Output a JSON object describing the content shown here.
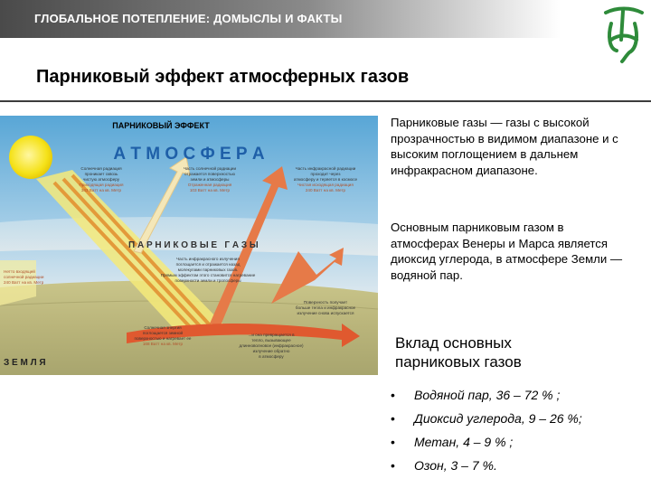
{
  "header": {
    "title": "ГЛОБАЛЬНОЕ ПОТЕПЛЕНИЕ: ДОМЫСЛЫ И ФАКТЫ"
  },
  "logo": {
    "name": "university-monogram-logo",
    "color": "#2e8b3a"
  },
  "page_title": "Парниковый эффект атмосферных газов",
  "diagram": {
    "title": "ПАРНИКОВЫЙ ЭФФЕКТ",
    "atmosphere_label": "А Т М О С Ф Е Р А",
    "gases_label": "П А Р Н И К О В Ы Е   Г А З Ы",
    "earth_label": "З Е М Л Я",
    "notes": {
      "solar_in": [
        "Солнечная радиация",
        "проникает сквозь",
        "чистую атмосферу",
        "Приходящая радиация",
        "343 Ватт на кв. Метр"
      ],
      "reflected": [
        "Часть солнечной радиации",
        "отражается поверхностью",
        "земли и атмосферы",
        "Отраженная радиация",
        "103 Ватт на кв. Метр"
      ],
      "ir_escape": [
        "Часть инфракрасной радиации",
        "проходит через",
        "атмосферу и теряется в космосе",
        "Чистая исходящая радиация",
        "240 Ватт на кв. Метр"
      ],
      "net_in": [
        "Нетто входящей",
        "солнечной радиации",
        "240 Ватт на кв. Метр"
      ],
      "ir_absorbed": [
        "Часть инфракрасного излучения",
        "поглощается и отражается назад",
        "молекулами парниковых газов.",
        "Прямым эффектом этого становится нагревание",
        "поверхности земли и тропосферы"
      ],
      "surface_warm": [
        "Поверхность получает",
        "больше тепла и инфракрасное",
        "излучение снова испускается"
      ],
      "absorbed_ground": [
        "Солнечная энергия",
        "поглощается земной",
        "поверхностью и нагревает ее",
        "168 Ватт на кв. Метр"
      ],
      "converted": [
        "...и она превращается в",
        "тепло, вызывающее",
        "длинноволновое (инфракрасное)",
        "излучение обратно",
        "в атмосферу"
      ]
    }
  },
  "definition_text": "Парниковые газы — газы с высокой прозрачностью в видимом диапазоне и с высоким поглощением в дальнем инфракрасном диапазоне.",
  "planets_text": "Основным парниковым газом в атмосферах Венеры и Марса является диоксид углерода, в атмосфере Земли — водяной пар.",
  "contribution": {
    "title": "Вклад основных парниковых газов",
    "bullet": "•",
    "items": [
      "Водяной пар,   36 – 72 % ;",
      "Диоксид углерода, 9 – 26 %;",
      "Метан, 4 – 9 % ;",
      "Озон, 3 – 7 %."
    ]
  }
}
